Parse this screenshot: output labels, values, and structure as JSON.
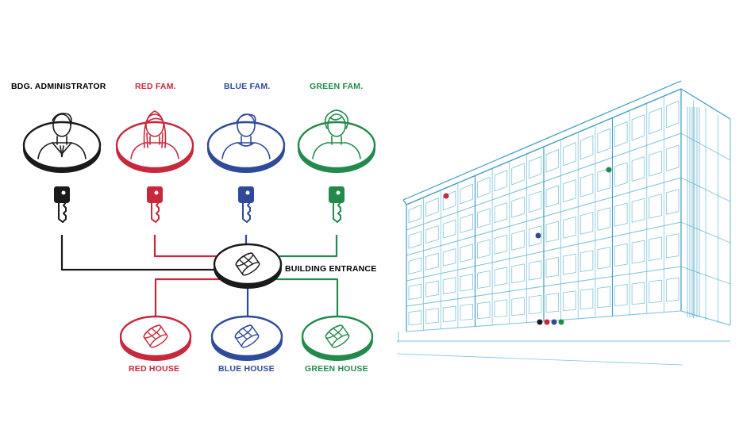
{
  "colors": {
    "black": "#1a1a1a",
    "red": "#c8283c",
    "blue": "#2e4a99",
    "green": "#238a4c",
    "building_line": "#7ec3db",
    "building_dark": "#3d9dc0"
  },
  "people": [
    {
      "label": "BDG. ADMINISTRATOR",
      "color": "black",
      "icon": "person-suit-icon"
    },
    {
      "label": "RED FAM.",
      "color": "red",
      "icon": "person-long-hair-icon"
    },
    {
      "label": "BLUE FAM.",
      "color": "blue",
      "icon": "person-icon"
    },
    {
      "label": "GREEN FAM.",
      "color": "green",
      "icon": "person-curly-hair-icon"
    }
  ],
  "entrance": {
    "label": "BUILDING ENTRANCE",
    "icon": "lock-cylinder-icon"
  },
  "houses": [
    {
      "label": "RED HOUSE",
      "color": "red",
      "icon": "lock-cylinder-icon"
    },
    {
      "label": "BLUE HOUSE",
      "color": "blue",
      "icon": "lock-cylinder-icon"
    },
    {
      "label": "GREEN HOUSE",
      "color": "green",
      "icon": "lock-cylinder-icon"
    }
  ],
  "building": {
    "icon": "apartment-building-sketch",
    "marker_colors": [
      "black",
      "red",
      "blue",
      "green"
    ]
  }
}
